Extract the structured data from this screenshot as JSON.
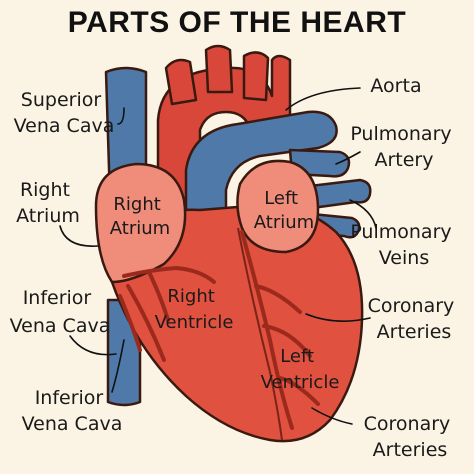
{
  "title": "PARTS OF THE HEART",
  "labels": {
    "superior_vena_cava": [
      "Superior",
      "Vena Cava"
    ],
    "right_atrium_side": [
      "Right",
      "Atrium"
    ],
    "inferior_vena_cava_1": [
      "Inferior",
      "Vena Cava"
    ],
    "inferior_vena_cava_2": [
      "Inferior",
      "Vena Cava"
    ],
    "aorta": [
      "Aorta"
    ],
    "pulmonary_artery": [
      "Pulmonary",
      "Artery"
    ],
    "pulmonary_veins": [
      "Pulmonary",
      "Veins"
    ],
    "coronary_arteries_1": [
      "Coronary",
      "Arteries"
    ],
    "coronary_arteries_2": [
      "Coronary",
      "Arteries"
    ]
  },
  "chambers": {
    "right_atrium": [
      "Right",
      "Atrium"
    ],
    "left_atrium": [
      "Left",
      "Atrium"
    ],
    "right_ventricle": [
      "Right",
      "Ventricle"
    ],
    "left_ventricle": [
      "Left",
      "Ventricle"
    ]
  },
  "colors": {
    "background": "#fbf3e3",
    "heart": "#e0513f",
    "atrium": "#ef8c7a",
    "artery_red": "#d9473a",
    "vein_blue": "#4f79a8",
    "outline": "#3a1a10"
  }
}
